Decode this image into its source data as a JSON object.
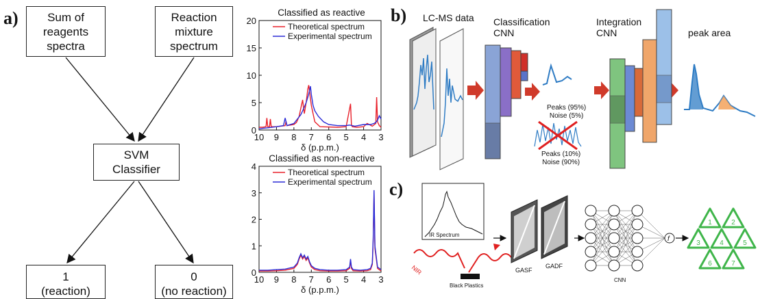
{
  "panel_a": {
    "label": "a)",
    "box_reagents": "Sum of\nreagents\nspectra",
    "box_mixture": "Reaction\nmixture\nspectrum",
    "box_svm": "SVM\nClassifier",
    "box_one": "1\n(reaction)",
    "box_zero": "0\n(no reaction)"
  },
  "chart_data": [
    {
      "type": "line",
      "title": "Classified as reactive",
      "xlabel": "δ (p.p.m.)",
      "ylabel": "",
      "xlim": [
        10,
        3
      ],
      "ylim": [
        0,
        20
      ],
      "xticks": [
        10,
        9,
        8,
        7,
        6,
        5,
        4,
        3
      ],
      "yticks": [
        0,
        5,
        10,
        15,
        20
      ],
      "legend_position": "top-right",
      "colors": {
        "Theoretical spectrum": "#e8202a",
        "Experimental spectrum": "#2b2bd6"
      },
      "series": [
        {
          "name": "Theoretical spectrum",
          "x": [
            10,
            9.8,
            9.6,
            9.55,
            9.5,
            9.4,
            9.35,
            9.3,
            9.0,
            8.5,
            8.45,
            8.4,
            8.0,
            7.85,
            7.7,
            7.6,
            7.5,
            7.45,
            7.4,
            7.3,
            7.2,
            7.15,
            7.1,
            7.0,
            6.9,
            6.8,
            6.5,
            5.5,
            5.0,
            4.75,
            4.7,
            4.65,
            4.4,
            4.0,
            3.8,
            3.5,
            3.3,
            3.25,
            3.2,
            3.1,
            3.0
          ],
          "y": [
            0.5,
            0.5,
            0.6,
            2.2,
            0.6,
            0.6,
            2.0,
            0.6,
            0.6,
            0.8,
            1.6,
            0.8,
            1.0,
            1.4,
            2.5,
            4.0,
            5.5,
            4.2,
            3.0,
            5.0,
            7.5,
            8.2,
            7.0,
            4.5,
            3.0,
            1.5,
            0.6,
            0.5,
            0.6,
            4.8,
            1.0,
            0.6,
            0.5,
            0.6,
            1.2,
            0.7,
            1.2,
            6.0,
            1.5,
            0.8,
            0.5
          ]
        },
        {
          "name": "Experimental spectrum",
          "x": [
            10,
            9.8,
            9.5,
            9.0,
            8.6,
            8.5,
            8.4,
            8.0,
            7.8,
            7.6,
            7.5,
            7.4,
            7.3,
            7.2,
            7.1,
            7.05,
            7.0,
            6.9,
            6.8,
            6.6,
            6.3,
            6.0,
            5.5,
            5.0,
            4.8,
            4.5,
            4.0,
            3.6,
            3.4,
            3.3,
            3.2,
            3.1,
            3.0
          ],
          "y": [
            0.2,
            0.3,
            0.4,
            0.6,
            0.8,
            2.2,
            0.8,
            1.2,
            2.0,
            2.8,
            3.5,
            4.2,
            5.0,
            6.0,
            7.2,
            8.0,
            6.5,
            4.5,
            3.5,
            2.5,
            1.5,
            1.0,
            0.8,
            0.8,
            0.9,
            0.7,
            1.0,
            1.0,
            1.2,
            1.4,
            1.8,
            2.6,
            2.0
          ]
        }
      ]
    },
    {
      "type": "line",
      "title": "Classified as non-reactive",
      "xlabel": "δ (p.p.m.)",
      "ylabel": "",
      "xlim": [
        10,
        3
      ],
      "ylim": [
        0,
        4
      ],
      "xticks": [
        10,
        9,
        8,
        7,
        6,
        5,
        4,
        3
      ],
      "yticks": [
        0,
        1,
        2,
        3,
        4
      ],
      "legend_position": "top-right",
      "colors": {
        "Theoretical spectrum": "#e8202a",
        "Experimental spectrum": "#2b2bd6"
      },
      "series": [
        {
          "name": "Theoretical spectrum",
          "x": [
            10,
            9.5,
            9.0,
            8.5,
            8.0,
            7.8,
            7.7,
            7.6,
            7.5,
            7.4,
            7.3,
            7.2,
            7.1,
            7.0,
            6.8,
            6.5,
            6.0,
            5.5,
            5.0,
            4.8,
            4.75,
            4.7,
            4.6,
            4.2,
            3.8,
            3.6,
            3.5,
            3.45,
            3.4,
            3.35,
            3.2,
            3.0
          ],
          "y": [
            0.05,
            0.05,
            0.06,
            0.08,
            0.15,
            0.3,
            0.5,
            0.65,
            0.5,
            0.6,
            0.45,
            0.55,
            0.35,
            0.2,
            0.1,
            0.06,
            0.05,
            0.05,
            0.06,
            0.15,
            0.45,
            0.15,
            0.06,
            0.05,
            0.06,
            0.1,
            0.3,
            1.2,
            3.0,
            0.9,
            0.15,
            0.05
          ]
        },
        {
          "name": "Experimental spectrum",
          "x": [
            10,
            9.5,
            9.0,
            8.5,
            8.0,
            7.8,
            7.7,
            7.6,
            7.5,
            7.4,
            7.3,
            7.2,
            7.1,
            7.0,
            6.8,
            6.5,
            6.0,
            5.5,
            5.0,
            4.8,
            4.75,
            4.7,
            4.6,
            4.2,
            3.8,
            3.6,
            3.5,
            3.45,
            3.4,
            3.35,
            3.2,
            3.0
          ],
          "y": [
            0.08,
            0.08,
            0.1,
            0.12,
            0.2,
            0.35,
            0.55,
            0.7,
            0.55,
            0.65,
            0.5,
            0.6,
            0.4,
            0.25,
            0.15,
            0.1,
            0.08,
            0.08,
            0.1,
            0.2,
            0.5,
            0.2,
            0.1,
            0.08,
            0.1,
            0.15,
            0.35,
            1.3,
            3.1,
            1.0,
            0.2,
            0.1
          ]
        }
      ]
    }
  ],
  "panel_b": {
    "label": "b)",
    "lcms": "LC-MS data",
    "classification": "Classification\nCNN",
    "integration": "Integration\nCNN",
    "peak_area": "peak area",
    "peaks_good": "Peaks (95%)\nNoise (5%)",
    "peaks_bad": "Peaks (10%)\nNoise (90%)"
  },
  "panel_c": {
    "label": "c)",
    "ir_spectrum": "IR Spectrum",
    "nir": "NIR",
    "black_plastics": "Black Plastics",
    "gasf": "GASF",
    "gadf": "GADF",
    "cnn": "CNN",
    "f_label": "f",
    "recycle_codes": [
      "1",
      "2",
      "3",
      "4",
      "5",
      "6",
      "7"
    ],
    "recycle_color": "#3fb54a"
  }
}
